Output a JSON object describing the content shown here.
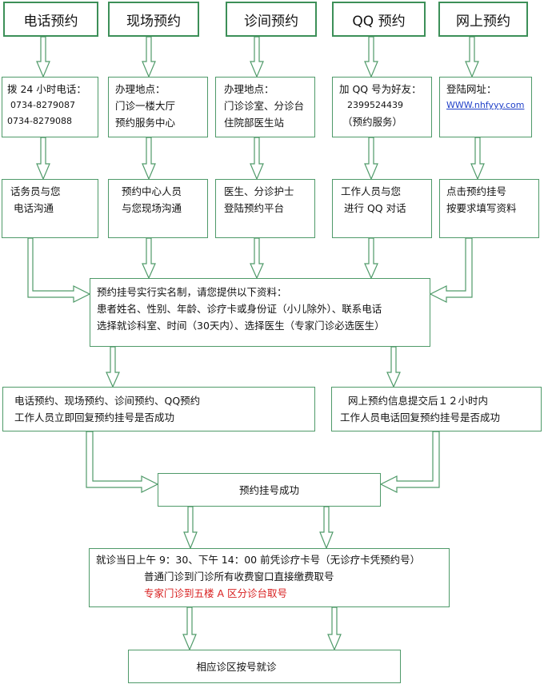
{
  "headers": [
    "电话预约",
    "现场预约",
    "诊间预约",
    "QQ 预约",
    "网上预约"
  ],
  "row2": {
    "phone": {
      "label": "拨 24 小时电话：",
      "numbers": [
        "0734-8279087",
        "0734-8279088"
      ]
    },
    "onsite": {
      "lines": [
        "办理地点：",
        "门诊一楼大厅",
        "预约服务中心"
      ]
    },
    "clinic": {
      "lines": [
        "办理地点：",
        "门诊诊室、分诊台",
        "住院部医生站"
      ]
    },
    "qq": {
      "label": "加 QQ 号为好友：",
      "number": "2399524439",
      "note": "（预约服务）"
    },
    "web": {
      "label": "登陆网址：",
      "url": "WWW.nhfyyy.com"
    }
  },
  "row3": [
    [
      "话务员与您",
      "电话沟通"
    ],
    [
      "预约中心人员",
      "与您现场沟通"
    ],
    [
      "医生、分诊护士",
      "登陆预约平台"
    ],
    [
      "工作人员与您",
      "进行 QQ 对话"
    ],
    [
      "点击预约挂号",
      "按要求填写资料"
    ]
  ],
  "realname": {
    "lines": [
      "预约挂号实行实名制，请您提供以下资料：",
      "患者姓名、性别、年龄、诊疗卡或身份证（小儿除外）、联系电话",
      "选择就诊科室、时间（30天内）、选择医生（专家门诊必选医生）"
    ]
  },
  "reply_left": [
    "电话预约、现场预约、诊间预约、QQ预约",
    "工作人员立即回复预约挂号是否成功"
  ],
  "reply_right": [
    "网上预约信息提交后１２小时内",
    "工作人员电话回复预约挂号是否成功"
  ],
  "success": "预约挂号成功",
  "visit_day": {
    "line1": "就诊当日上午 9：30、下午 14：00 前凭诊疗卡号（无诊疗卡凭预约号）",
    "line2": "普通门诊到门诊所有收费窗口直接缴费取号",
    "line3": "专家门诊到五楼 A 区分诊台取号"
  },
  "final": "相应诊区按号就诊",
  "colors": {
    "border": "#4f9a69",
    "header_border": "#3c8f58",
    "arrow": "#4f9a69",
    "highlight": "#d81e1e",
    "link": "#1f3fc8"
  }
}
